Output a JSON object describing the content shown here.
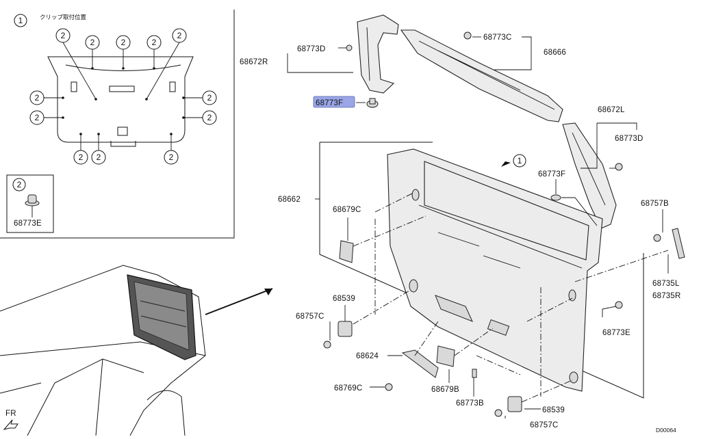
{
  "inset": {
    "title_marker": "1",
    "title": "クリップ取付位置",
    "clip_marker": "2",
    "clip_detail_marker": "2",
    "clip_detail_part": "68773E"
  },
  "parts": {
    "p68773D_left": "68773D",
    "p68672R": "68672R",
    "p68773F_top": "68773F",
    "p68773C": "68773C",
    "p68666": "68666",
    "p68672L": "68672L",
    "p68773D_right": "68773D",
    "p68773F_mid": "68773F",
    "p68662": "68662",
    "p68679C": "68679C",
    "p68757B": "68757B",
    "p68735L": "68735L",
    "p68735R": "68735R",
    "p68539_left": "68539",
    "p68757C_left": "68757C",
    "p68773E": "68773E",
    "p68624": "68624",
    "p68769C": "68769C",
    "p68679B": "68679B",
    "p68773B": "68773B",
    "p68539_right": "68539",
    "p68757C_right": "68757C"
  },
  "view_marker": "1",
  "direction_label": "FR",
  "diagram_code": "D00064",
  "highlight_color": "#9aa6e6"
}
